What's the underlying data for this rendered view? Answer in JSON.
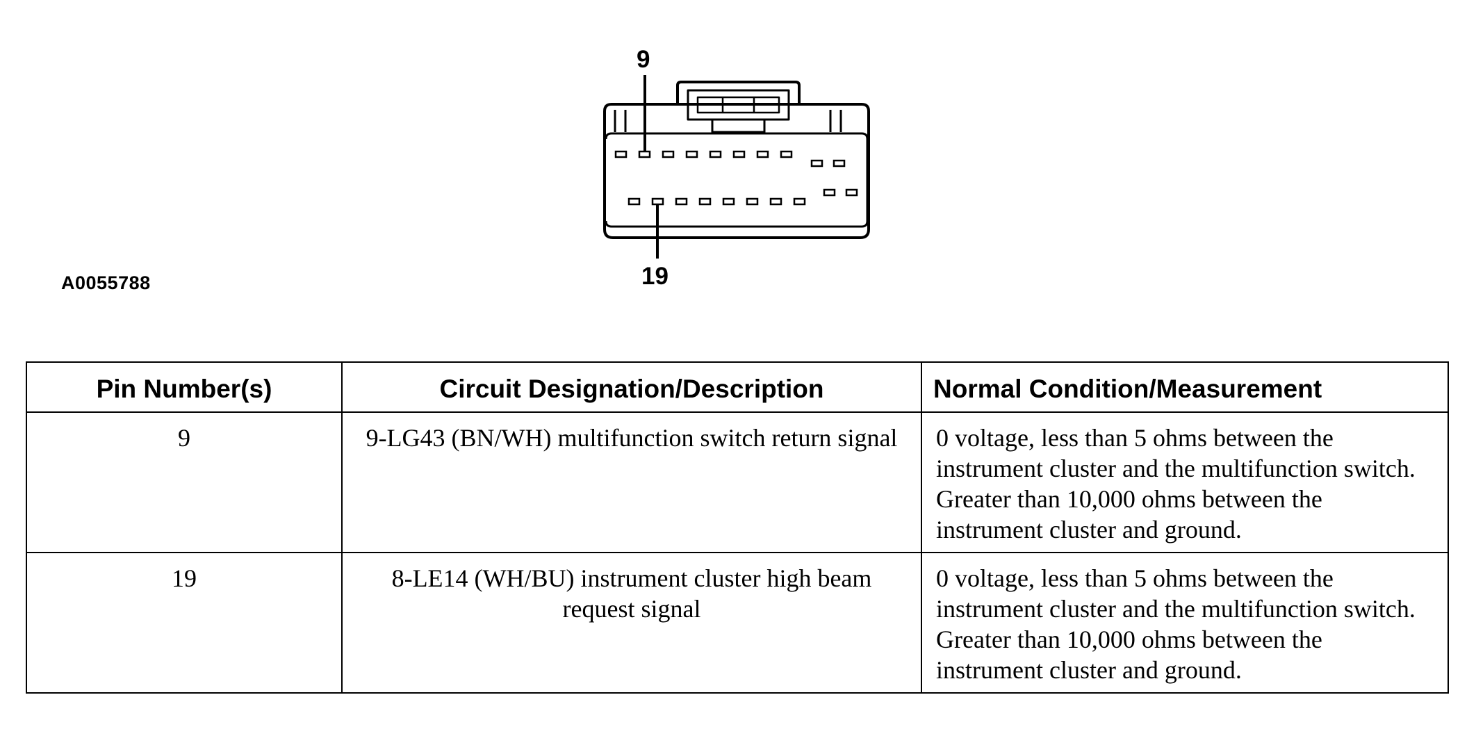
{
  "figure": {
    "id": "A0055788",
    "callout_top": "9",
    "callout_bottom": "19"
  },
  "table": {
    "headers": [
      "Pin Number(s)",
      "Circuit Designation/Description",
      "Normal Condition/Measurement"
    ],
    "rows": [
      {
        "pin": "9",
        "circuit": "9-LG43 (BN/WH) multifunction switch return signal",
        "condition": "0 voltage, less than 5 ohms between the instrument cluster and the multifunction switch. Greater than 10,000 ohms between the instrument cluster and ground."
      },
      {
        "pin": "19",
        "circuit": "8-LE14 (WH/BU) instrument cluster high beam request signal",
        "condition": "0 voltage, less than 5 ohms between the instrument cluster and the multifunction switch. Greater than 10,000 ohms between the instrument cluster and ground."
      }
    ]
  }
}
